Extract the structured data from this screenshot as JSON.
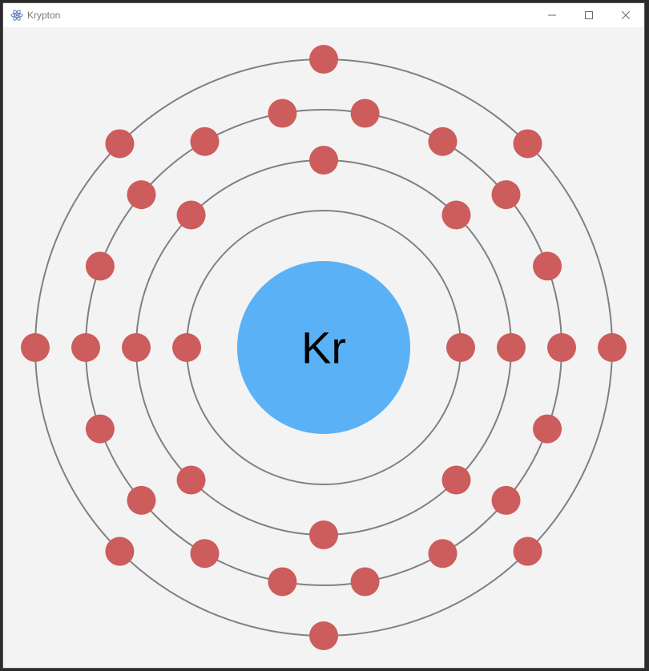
{
  "window": {
    "title": "Krypton",
    "app_icon": "atom-icon",
    "controls": {
      "minimize_icon": "minimize-icon",
      "maximize_icon": "maximize-icon",
      "close_icon": "close-icon"
    }
  },
  "atom": {
    "symbol": "Kr",
    "shells": [
      2,
      8,
      18,
      8
    ],
    "colors": {
      "background": "#f3f3f3",
      "nucleus": "#5bb1f5",
      "electron": "#cd5c5c",
      "orbit": "#808080"
    }
  }
}
